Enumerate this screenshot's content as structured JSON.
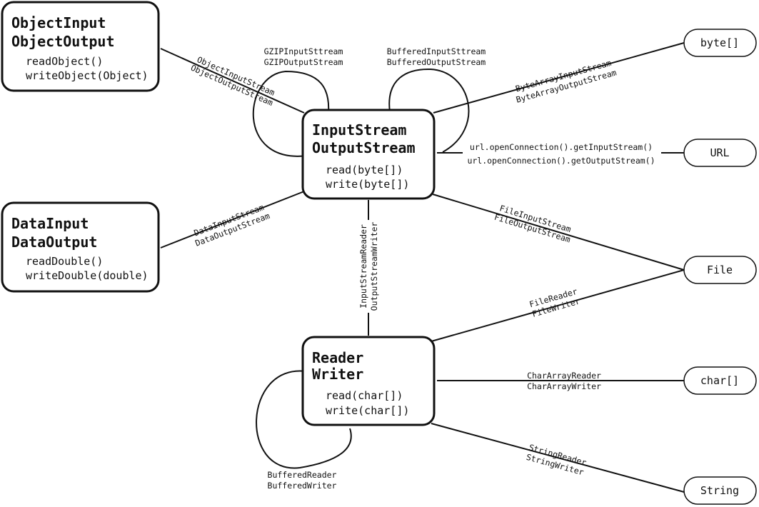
{
  "boxes": {
    "object": {
      "title1": "ObjectInput",
      "title2": "ObjectOutput",
      "method1": "readObject()",
      "method2": "writeObject(Object)"
    },
    "data": {
      "title1": "DataInput",
      "title2": "DataOutput",
      "method1": "readDouble()",
      "method2": "writeDouble(double)"
    },
    "stream": {
      "title1": "InputStream",
      "title2": "OutputStream",
      "method1": "read(byte[])",
      "method2": "write(byte[])"
    },
    "reader": {
      "title1": "Reader",
      "title2": "Writer",
      "method1": "read(char[])",
      "method2": "write(char[])"
    }
  },
  "pills": {
    "bytes": "byte[]",
    "url": "URL",
    "file": "File",
    "chars": "char[]",
    "string": "String"
  },
  "edges": {
    "object_stream": [
      "ObjectInputStream",
      "ObjectOutputStream"
    ],
    "gzip": [
      "GZIPInputSttream",
      "GZIPOutputStream"
    ],
    "buffered_stream": [
      "BufferedInputSttream",
      "BufferedOutputStream"
    ],
    "byte_array": [
      "ByteArrayInputStream",
      "ByteArrayOutputStream"
    ],
    "url_conn": [
      "url.openConnection().getInputStream()",
      "url.openConnection().getOutputStream()"
    ],
    "data_stream": [
      "DataInputStream",
      "DataOutputStream"
    ],
    "file_stream": [
      "FileInputStream",
      "FileOutputStream"
    ],
    "bridge": [
      "InputStreamReader",
      "OutputStreamWriter"
    ],
    "file_rw": [
      "FileReader",
      "FileWriter"
    ],
    "char_array": [
      "CharArrayReader",
      "CharArrayWriter"
    ],
    "buffered_rw": [
      "BufferedReader",
      "BufferedWriter"
    ],
    "string_rw": [
      "StringReader",
      "StringWriter"
    ]
  }
}
